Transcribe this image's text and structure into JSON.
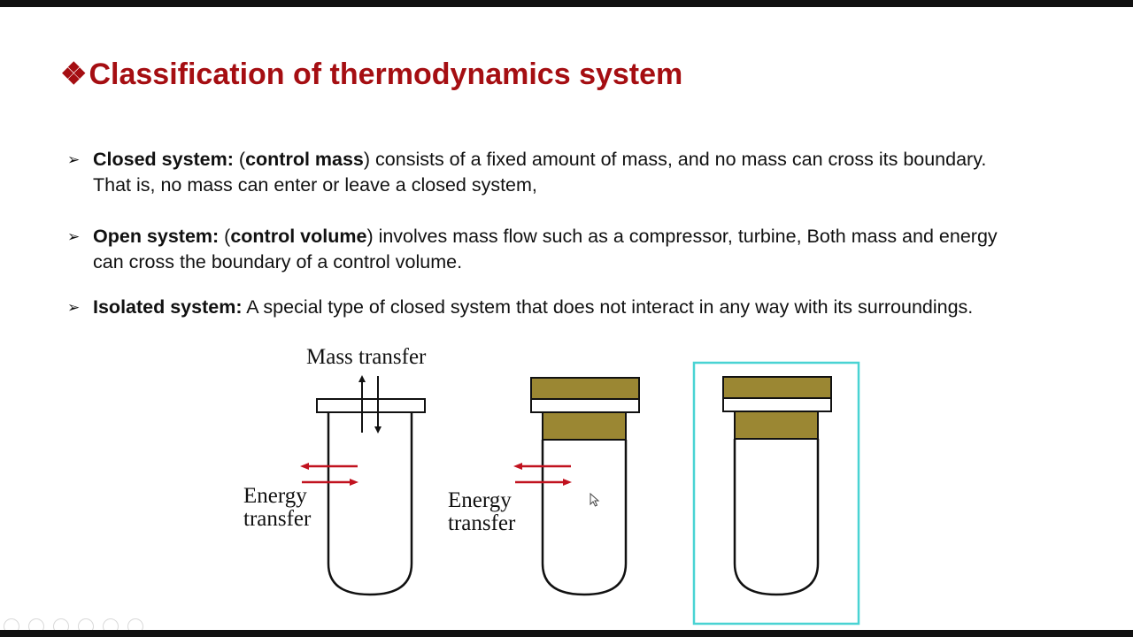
{
  "slide": {
    "title_icon": "❖",
    "title": "Classification of thermodynamics system",
    "bullet_marker": "➢",
    "bullets": [
      {
        "term": "Closed system:",
        "paren_open": " (",
        "term2": "control mass",
        "text": ") consists of a fixed amount of mass, and no mass can cross its boundary.",
        "text2": "That is, no mass can enter or leave a closed system,"
      },
      {
        "term": "Open system:",
        "paren_open": " (",
        "term2": "control volume",
        "text": ") involves mass flow such as a compressor, turbine, Both mass and energy",
        "text2": "can cross the boundary of a control volume."
      },
      {
        "term": "Isolated system:",
        "text": " A special type of closed system that does not interact in any way with its surroundings."
      }
    ]
  },
  "diagram": {
    "open_mass_label": "Mass transfer",
    "open_energy_label_1": "Energy",
    "open_energy_label_2": "transfer",
    "closed_energy_label_1": "Energy",
    "closed_energy_label_2": "transfer"
  },
  "colors": {
    "title": "#a50e12",
    "arrow_red": "#c1121f",
    "lid_olive": "#9b8733",
    "isolated_frame": "#49d3d3"
  },
  "icons": [
    "diamond-bullet-icon",
    "arrow-bullet-icon",
    "mouse-pointer-icon"
  ]
}
